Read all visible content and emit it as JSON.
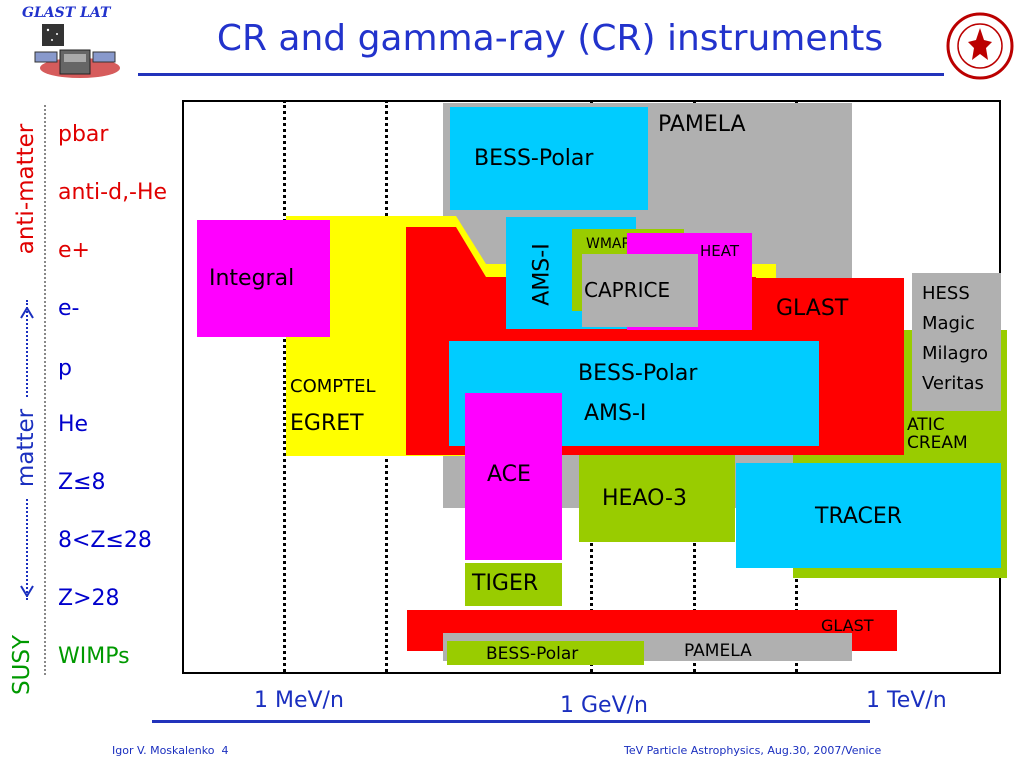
{
  "header": {
    "title": "CR and gamma-ray (CR) instruments",
    "logo_text": "GLAST LAT"
  },
  "side_labels": {
    "antimatter": "anti-matter",
    "matter": "matter",
    "susy": "SUSY"
  },
  "particles": [
    {
      "label": "pbar",
      "color": "#e00000"
    },
    {
      "label": "anti-d,-He",
      "color": "#e00000"
    },
    {
      "label": "e+",
      "color": "#e00000"
    },
    {
      "label": "e-",
      "color": "#0000cc"
    },
    {
      "label": "p",
      "color": "#0000cc"
    },
    {
      "label": "He",
      "color": "#0000cc"
    },
    {
      "label": "Z≤8",
      "color": "#0000cc"
    },
    {
      "label": "8<Z≤28",
      "color": "#0000cc"
    },
    {
      "label": "Z>28",
      "color": "#0000cc"
    },
    {
      "label": "WIMPs",
      "color": "#009900"
    }
  ],
  "instruments": {
    "pamela": "PAMELA",
    "bess_polar_top": "BESS-Polar",
    "integral": "Integral",
    "comptel": "COMPTEL",
    "egret": "EGRET",
    "ams_vertical": "AMS-I",
    "wmap": "WMAP",
    "heat": "HEAT",
    "caprice": "CAPRICE",
    "glast": "GLAST",
    "hess_group": [
      "HESS",
      "Magic",
      "Milagro",
      "Veritas"
    ],
    "bess_polar_mid": "BESS-Polar",
    "ams_mid": "AMS-I",
    "atic_cream": [
      "ATIC",
      "CREAM"
    ],
    "ace": "ACE",
    "heao3": "HEAO-3",
    "tracer": "TRACER",
    "tiger": "TIGER",
    "glast_bottom": "GLAST",
    "bess_polar_bottom": "BESS-Polar",
    "pamela_bottom": "PAMELA"
  },
  "axis": {
    "tick_mev": "1 MeV/n",
    "tick_gev": "1 GeV/n",
    "tick_tev": "1 TeV/n"
  },
  "colors": {
    "gray": "#b0b0b0",
    "cyan": "#00ccff",
    "magenta": "#ff00ff",
    "yellow": "#ffff00",
    "red": "#ff0000",
    "green": "#99cc00",
    "title_blue": "#2233cc"
  },
  "footer": {
    "author": "Igor V. Moskalenko",
    "page": "4",
    "event": "TeV Particle Astrophysics, Aug.30, 2007/Venice"
  }
}
